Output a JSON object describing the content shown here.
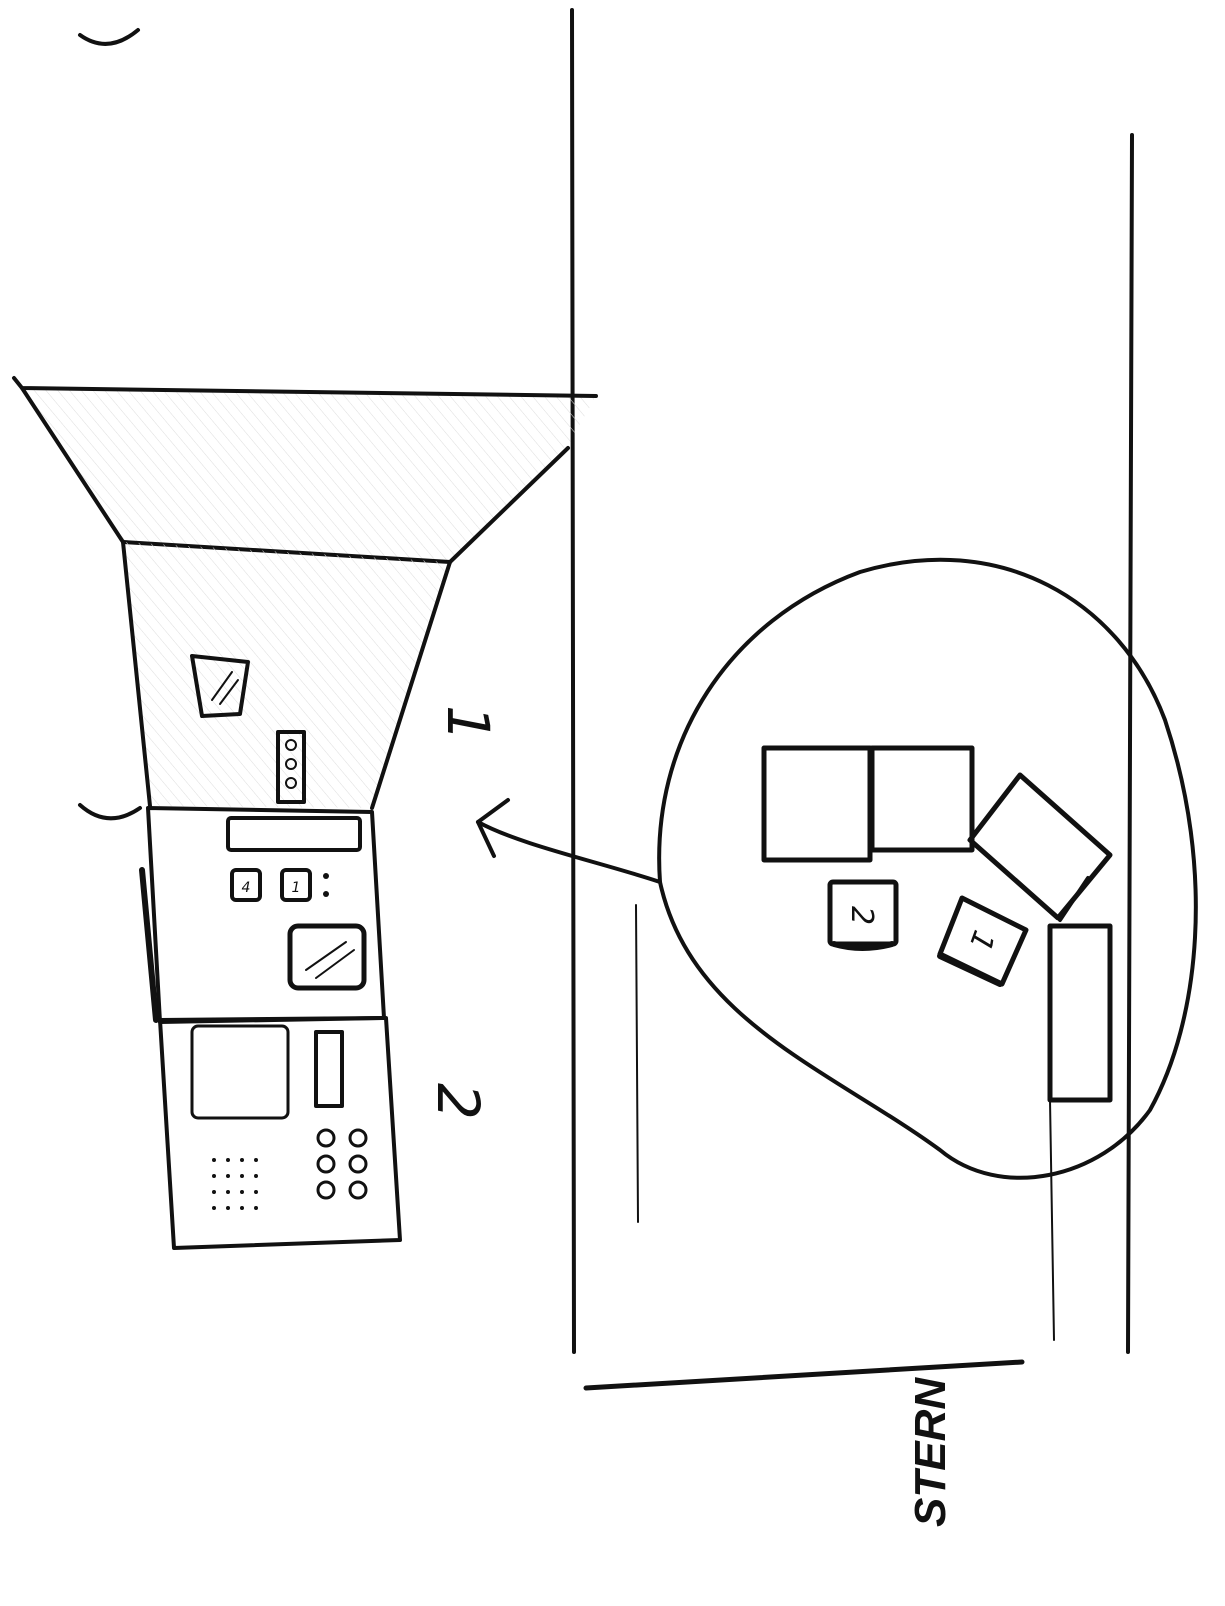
{
  "labels": {
    "stern": "STERN",
    "unit_one": "1",
    "unit_two": "2",
    "tag_one": "1",
    "tag_two": "2"
  },
  "ink_color": "#111111"
}
